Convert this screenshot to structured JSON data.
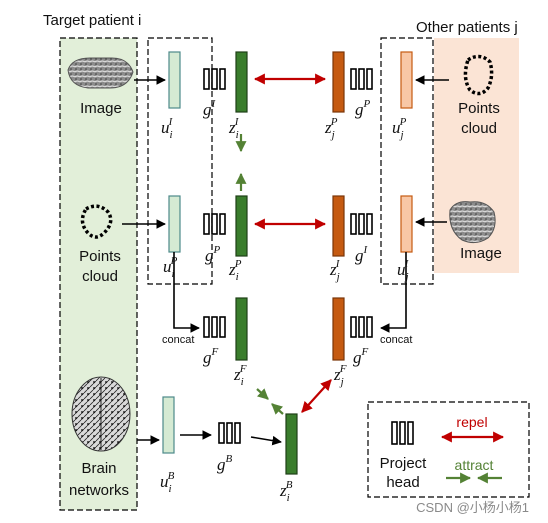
{
  "titles": {
    "target_patient": "Target patient i",
    "other_patients": "Other patients j"
  },
  "modalities_left": {
    "image": "Image",
    "points_line1": "Points",
    "points_line2": "cloud",
    "brain_line1": "Brain",
    "brain_line2": "networks"
  },
  "modalities_right": {
    "points_line1": "Points",
    "points_line2": "cloud",
    "image": "Image"
  },
  "symbols": {
    "u": "u",
    "g": "g",
    "z": "z",
    "sub_i": "i",
    "sub_j": "j",
    "sup_I": "I",
    "sup_P": "P",
    "sup_F": "F",
    "sup_B": "B"
  },
  "concat_label": "concat",
  "legend": {
    "project_line1": "Project",
    "project_line2": "head",
    "repel": "repel",
    "attract": "attract"
  },
  "watermark": "CSDN @小杨小杨1",
  "colors": {
    "left_panel_fill": "#e2efd9",
    "right_panel_fill": "#fbe4d5",
    "u_left_fill": "#d5ead3",
    "u_left_stroke": "#4d8a8a",
    "u_right_fill": "#f8c7a6",
    "z_green": "#3a7d2c",
    "z_orange": "#c55a11",
    "repel": "#c00000",
    "attract": "#548235"
  }
}
